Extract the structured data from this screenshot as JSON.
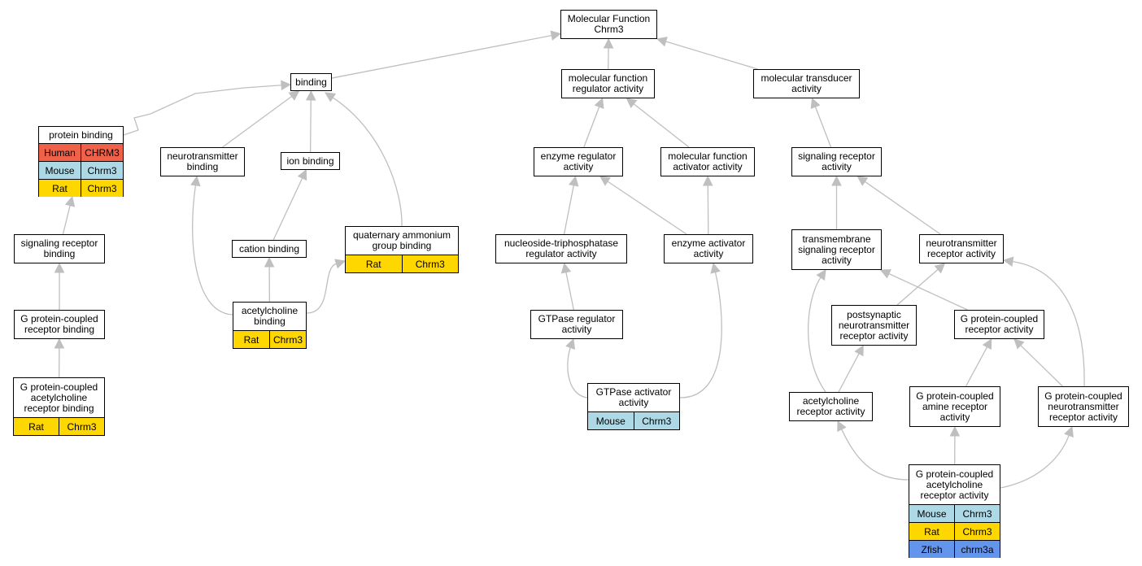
{
  "colors": {
    "edge": "#bfbfbf",
    "Human": "#f0614a",
    "Mouse": "#add8e6",
    "Rat": "#ffd700",
    "Zfish": "#6495ed"
  },
  "nodes": {
    "mf": {
      "label": "Molecular Function\nChrm3",
      "rows": []
    },
    "binding": {
      "label": "binding",
      "rows": []
    },
    "mfra": {
      "label": "molecular function\nregulator activity",
      "rows": []
    },
    "mta": {
      "label": "molecular transducer\nactivity",
      "rows": []
    },
    "pb": {
      "label": "protein binding",
      "rows": [
        {
          "species": "Human",
          "gene": "CHRM3"
        },
        {
          "species": "Mouse",
          "gene": "Chrm3"
        },
        {
          "species": "Rat",
          "gene": "Chrm3"
        }
      ]
    },
    "ntb": {
      "label": "neurotransmitter\nbinding",
      "rows": []
    },
    "ionb": {
      "label": "ion binding",
      "rows": []
    },
    "era": {
      "label": "enzyme regulator\nactivity",
      "rows": []
    },
    "mfaa": {
      "label": "molecular function\nactivator activity",
      "rows": []
    },
    "sra": {
      "label": "signaling receptor\nactivity",
      "rows": []
    },
    "srb": {
      "label": "signaling receptor\nbinding",
      "rows": []
    },
    "cationb": {
      "label": "cation binding",
      "rows": []
    },
    "qagb": {
      "label": "quaternary ammonium\ngroup binding",
      "rows": [
        {
          "species": "Rat",
          "gene": "Chrm3"
        }
      ]
    },
    "ntpra": {
      "label": "nucleoside-triphosphatase\nregulator activity",
      "rows": []
    },
    "eaa": {
      "label": "enzyme activator\nactivity",
      "rows": []
    },
    "tsra": {
      "label": "transmembrane\nsignaling receptor\nactivity",
      "rows": []
    },
    "ntra": {
      "label": "neurotransmitter\nreceptor activity",
      "rows": []
    },
    "gpcrb": {
      "label": "G protein-coupled\nreceptor binding",
      "rows": []
    },
    "achb": {
      "label": "acetylcholine\nbinding",
      "rows": [
        {
          "species": "Rat",
          "gene": "Chrm3"
        }
      ]
    },
    "gtpra": {
      "label": "GTPase regulator\nactivity",
      "rows": []
    },
    "pntra": {
      "label": "postsynaptic\nneurotransmitter\nreceptor activity",
      "rows": []
    },
    "gpcra": {
      "label": "G protein-coupled\nreceptor activity",
      "rows": []
    },
    "gpcachrb": {
      "label": "G protein-coupled\nacetylcholine\nreceptor binding",
      "rows": [
        {
          "species": "Rat",
          "gene": "Chrm3"
        }
      ]
    },
    "gtpaa": {
      "label": "GTPase activator\nactivity",
      "rows": [
        {
          "species": "Mouse",
          "gene": "Chrm3"
        }
      ]
    },
    "achra": {
      "label": "acetylcholine\nreceptor activity",
      "rows": []
    },
    "gpcamra": {
      "label": "G protein-coupled\namine receptor\nactivity",
      "rows": []
    },
    "gpcntra": {
      "label": "G protein-coupled\nneurotransmitter\nreceptor activity",
      "rows": []
    },
    "gpcachra": {
      "label": "G protein-coupled\nacetylcholine\nreceptor activity",
      "rows": [
        {
          "species": "Mouse",
          "gene": "Chrm3"
        },
        {
          "species": "Rat",
          "gene": "Chrm3"
        },
        {
          "species": "Zfish",
          "gene": "chrm3a"
        }
      ]
    }
  }
}
